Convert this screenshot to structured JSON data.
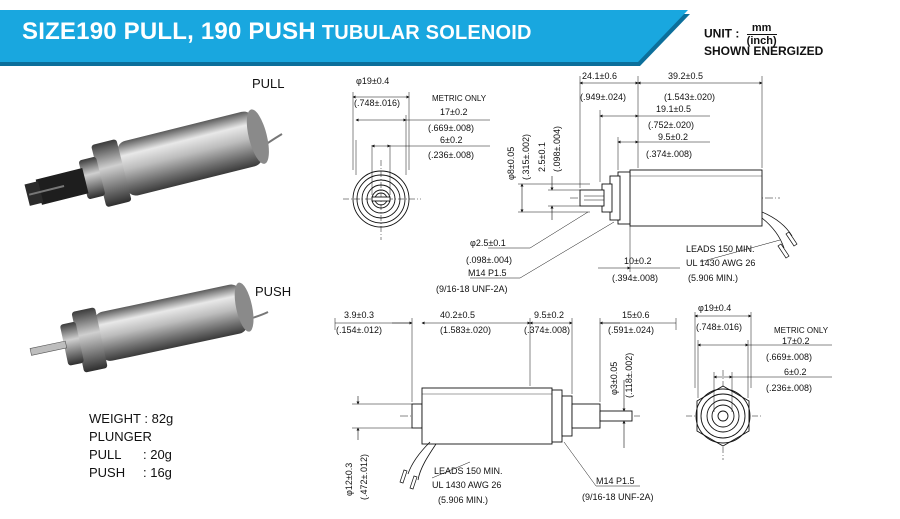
{
  "title": {
    "main": "SIZE190 PULL, 190 PUSH",
    "sub": "TUBULAR SOLENOID"
  },
  "unit": {
    "label": "UNIT :",
    "numerator": "mm",
    "denominator": "(inch)",
    "note": "SHOWN ENERGIZED"
  },
  "photos": {
    "pull_label": "PULL",
    "push_label": "PUSH"
  },
  "specs": {
    "weight": "WEIGHT : 82g",
    "plunger_heading": "PLUNGER",
    "pull_key": "PULL",
    "pull_value": ": 20g",
    "push_key": "PUSH",
    "push_value": ": 16g"
  },
  "pull_drawing": {
    "end_view": {
      "dia": "φ19±0.4",
      "dia_in": "(.748±.016)",
      "metric_only": "METRIC ONLY",
      "d17": "17±0.2",
      "d17_in": "(.669±.008)",
      "d6": "6±0.2",
      "d6_in": "(.236±.008)"
    },
    "side_view": {
      "d24": "24.1±0.6",
      "d24_in": "(.949±.024)",
      "d39": "39.2±0.5",
      "d39_in": "(1.543±.020)",
      "d19": "19.1±0.5",
      "d19_in": "(.752±.020)",
      "d95": "9.5±0.2",
      "d95_in": "(.374±.008)",
      "dia8": "φ8±0.05",
      "dia8_in": "(.315±.002)",
      "d25v": "2.5±0.1",
      "d25v_in": "(.098±.004)",
      "dia25": "φ2.5±0.1",
      "dia25_in": "(.098±.004)",
      "thread": "M14 P1.5",
      "thread_in": "(9/16-18 UNF-2A)",
      "d10": "10±0.2",
      "d10_in": "(.394±.008)",
      "leads1": "LEADS 150 MIN.",
      "leads2": "UL 1430  AWG 26",
      "leads3": "(5.906 MIN.)"
    }
  },
  "push_drawing": {
    "side_view": {
      "d39": "3.9±0.3",
      "d39_in": "(.154±.012)",
      "d402": "40.2±0.5",
      "d402_in": "(1.583±.020)",
      "d95": "9.5±0.2",
      "d95_in": "(.374±.008)",
      "d15": "15±0.6",
      "d15_in": "(.591±.024)",
      "dia3": "φ3±0.05",
      "dia3_in": "(.118±.002)",
      "dia12": "φ12±0.3",
      "dia12_in": "(.472±.012)",
      "leads1": "LEADS 150 MIN.",
      "leads2": "UL 1430  AWG 26",
      "leads3": "(5.906 MIN.)",
      "thread": "M14 P1.5",
      "thread_in": "(9/16-18 UNF-2A)"
    },
    "end_view": {
      "dia": "φ19±0.4",
      "dia_in": "(.748±.016)",
      "metric_only": "METRIC ONLY",
      "d17": "17±0.2",
      "d17_in": "(.669±.008)",
      "d6": "6±0.2",
      "d6_in": "(.236±.008)"
    }
  },
  "colors": {
    "banner": "#19a7df",
    "banner_shadow": "#0c6f9b"
  }
}
